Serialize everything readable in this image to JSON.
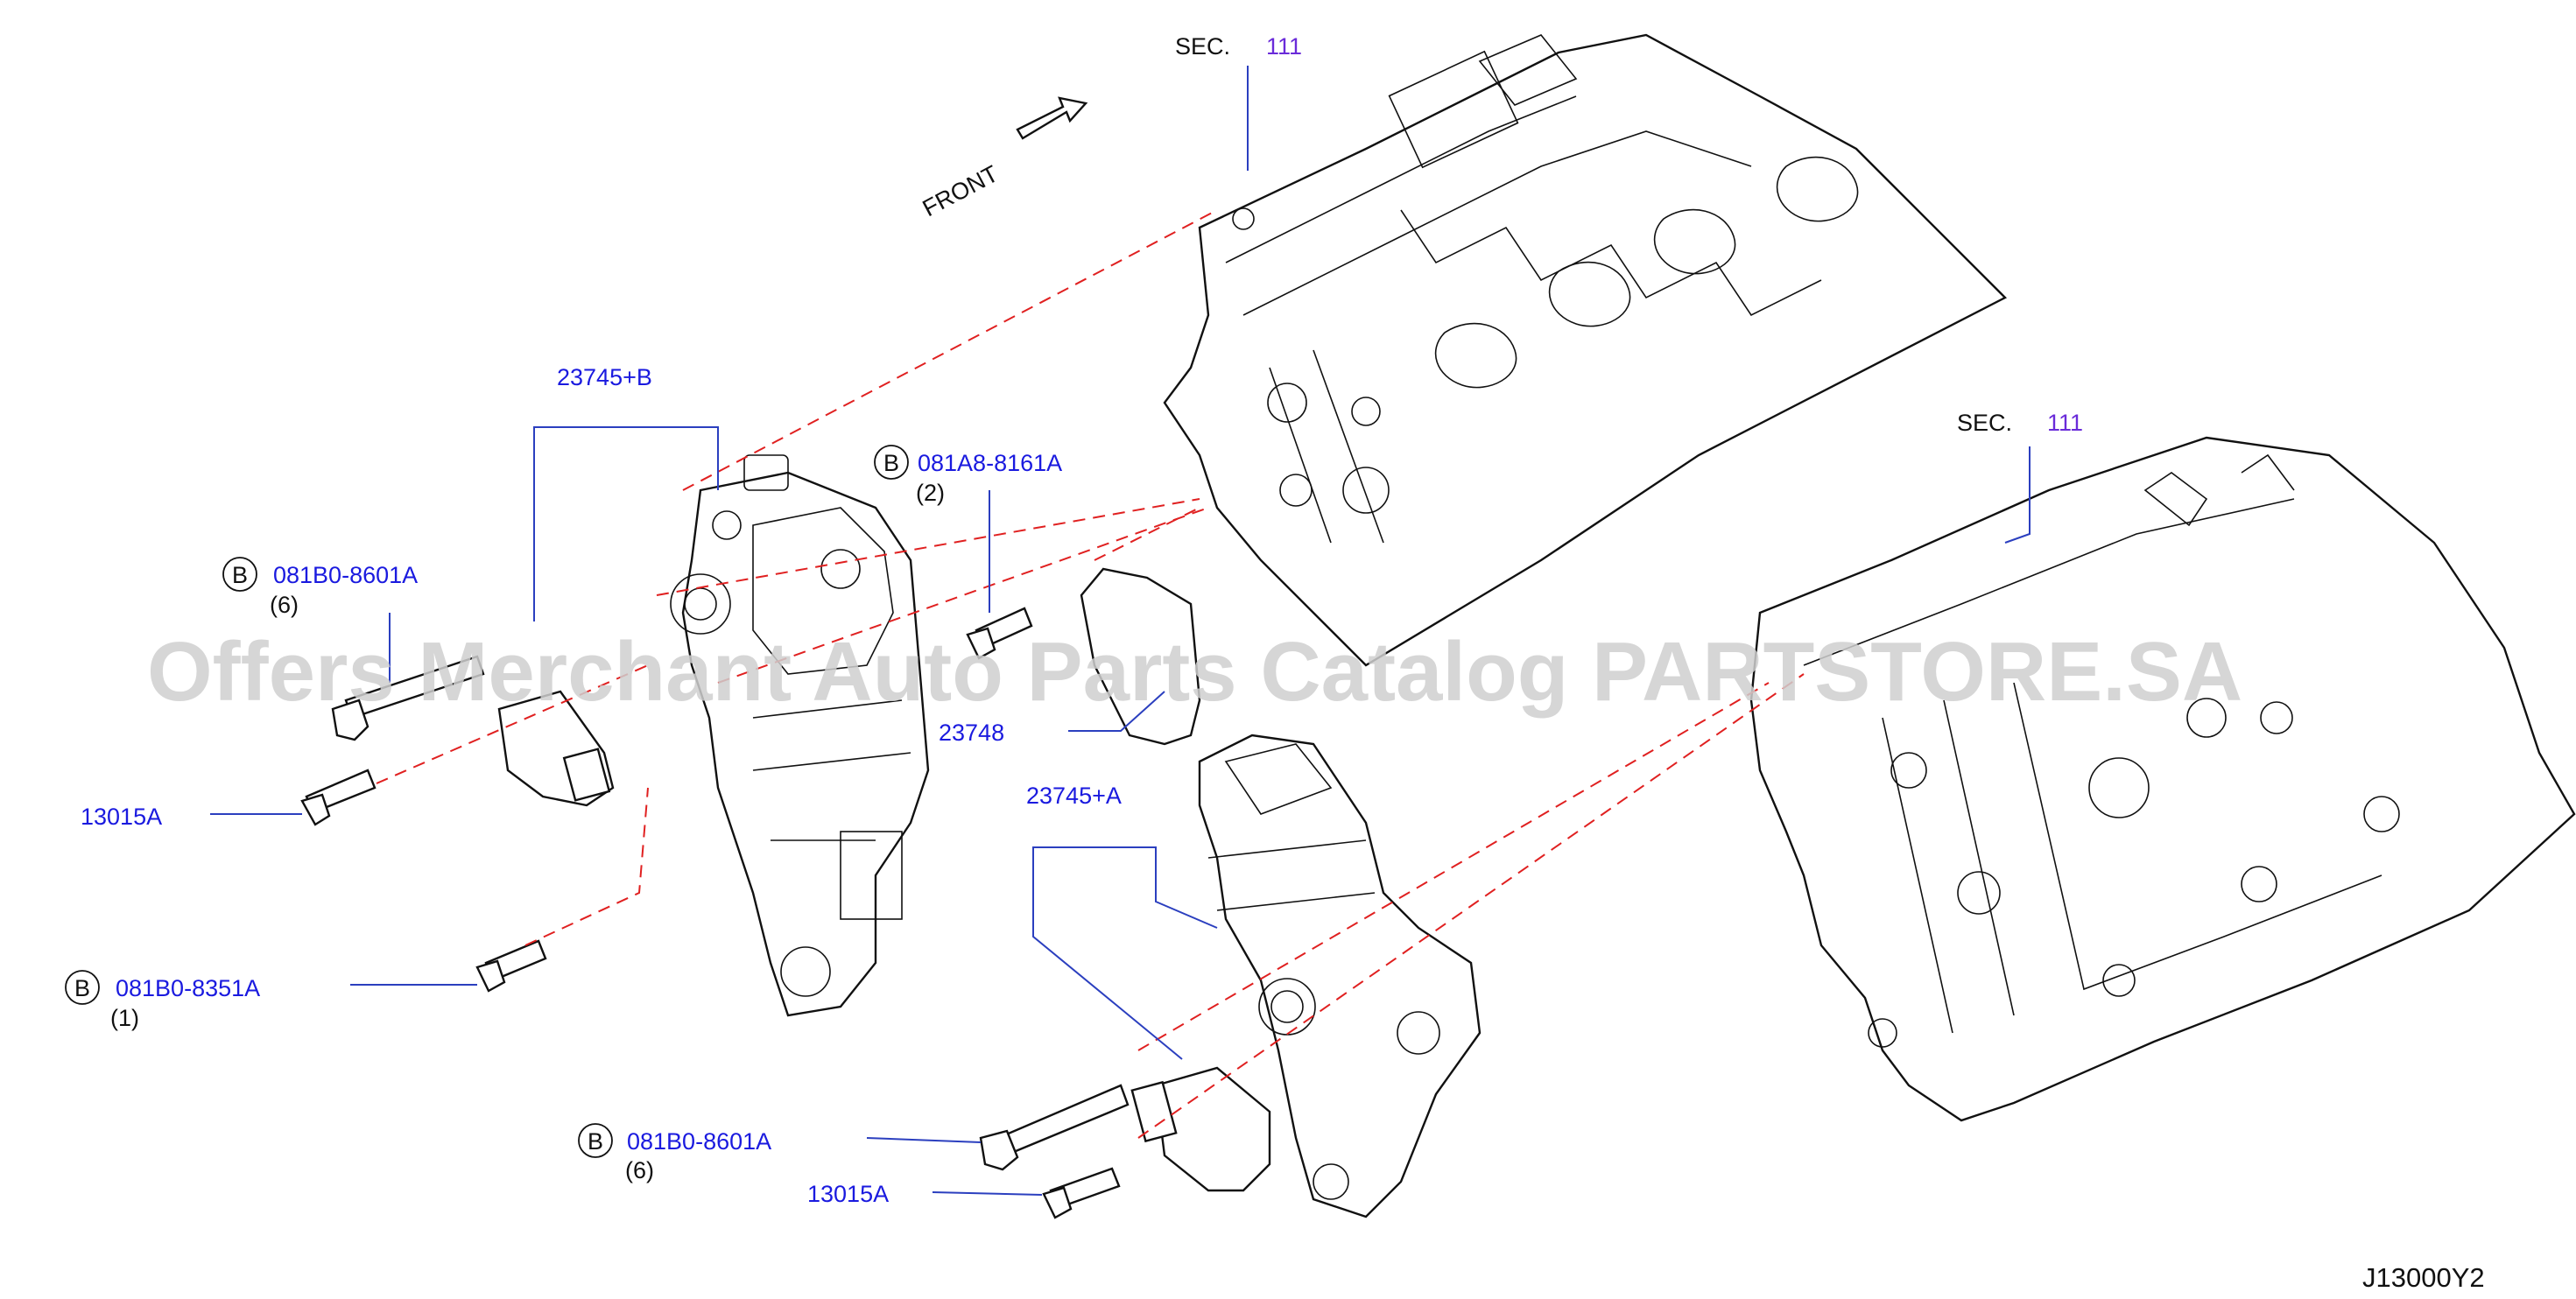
{
  "watermark": "Offers Merchant Auto Parts Catalog PARTSTORE.SA",
  "front_label": "FRONT",
  "diagram_code": "J13000Y2",
  "sections": [
    {
      "prefix": "SEC.",
      "number": "111"
    },
    {
      "prefix": "SEC.",
      "number": "111"
    }
  ],
  "callouts": [
    {
      "text": "23745+B"
    },
    {
      "badge": "B",
      "text": "081A8-8161A",
      "qty": "(2)"
    },
    {
      "badge": "B",
      "text": "081B0-8601A",
      "qty": "(6)"
    },
    {
      "text": "13015A"
    },
    {
      "text": "23748"
    },
    {
      "text": "23745+A"
    },
    {
      "badge": "B",
      "text": "081B0-8351A",
      "qty": "(1)"
    },
    {
      "badge": "B",
      "text": "081B0-8601A",
      "qty": "(6)"
    },
    {
      "text": "13015A"
    }
  ],
  "colors": {
    "part_label": "#1a1adf",
    "section_number": "#6a2bd9",
    "leader": "#2b3fbf",
    "dashed_guide": "#e02020",
    "watermark": "#cfcfcf"
  }
}
